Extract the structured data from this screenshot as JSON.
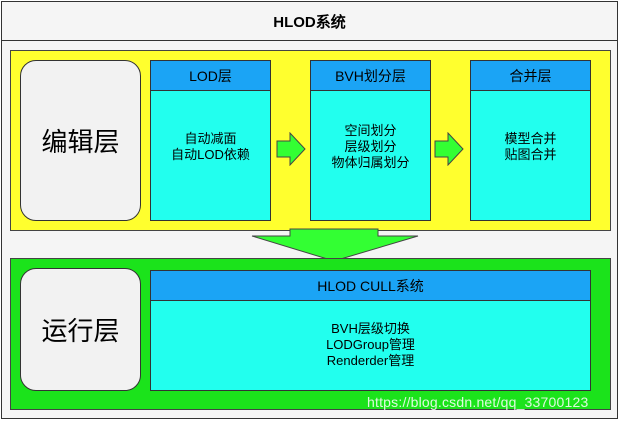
{
  "title": "HLOD系统",
  "edit_layer": {
    "label": "编辑层",
    "boxes": [
      {
        "head": "LOD层",
        "lines": [
          "自动减面",
          "自动LOD依赖"
        ]
      },
      {
        "head": "BVH划分层",
        "lines": [
          "空间划分",
          "层级划分",
          "物体归属划分"
        ]
      },
      {
        "head": "合并层",
        "lines": [
          "模型合并",
          "贴图合并"
        ]
      }
    ]
  },
  "run_layer": {
    "label": "运行层",
    "box": {
      "head": "HLOD CULL系统",
      "lines": [
        "BVH层级切换",
        "LODGroup管理",
        "Renderder管理"
      ]
    }
  },
  "colors": {
    "edit_band": "#ffff2e",
    "run_band": "#1be31b",
    "box_body": "#22ffee",
    "box_head": "#1ba4f5",
    "arrow": "#33ff33"
  },
  "watermark": "https://blog.csdn.net/qq_33700123"
}
